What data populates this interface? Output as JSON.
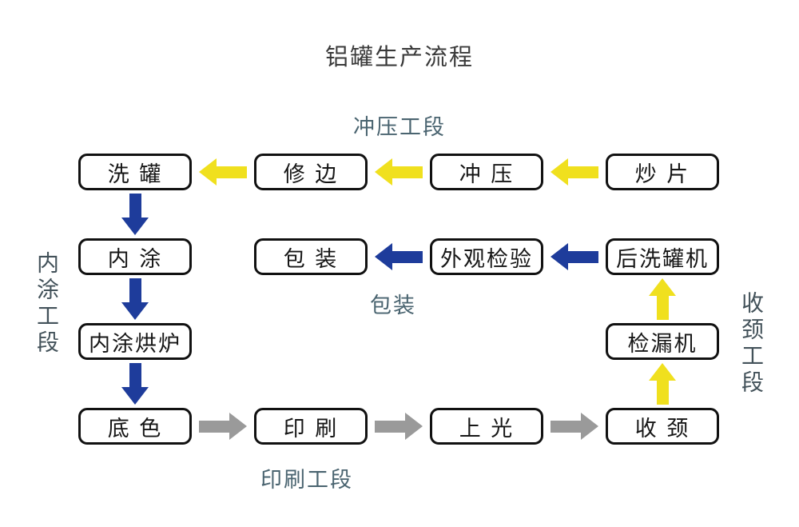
{
  "title": "铝罐生产流程",
  "sections": {
    "stamping": "冲压工段",
    "inner_coating": "内涂工段",
    "packing": "包装",
    "printing": "印刷工段",
    "necking": "收颈工段"
  },
  "steps": {
    "wash_can": "洗 罐",
    "trim_edge": "修 边",
    "stamping": "冲 压",
    "sheet_frying": "炒 片",
    "inner_coating": "内 涂",
    "packing": "包 装",
    "visual_inspection": "外观检验",
    "post_wash_machine": "后洗罐机",
    "coating_oven": "内涂烘炉",
    "leak_detector": "检漏机",
    "base_color": "底 色",
    "printing": "印 刷",
    "varnishing": "上 光",
    "necking": "收 颈"
  },
  "colors": {
    "arrow_yellow": "#F0E01E",
    "arrow_blue": "#1E3C9B",
    "arrow_gray": "#9A9A9A",
    "box_border": "#111111",
    "box_text": "#161616",
    "title_text": "#3A3A3A",
    "section_label": "#4A6470",
    "vertical_label": "#43525A",
    "background": "#FFFFFF"
  }
}
